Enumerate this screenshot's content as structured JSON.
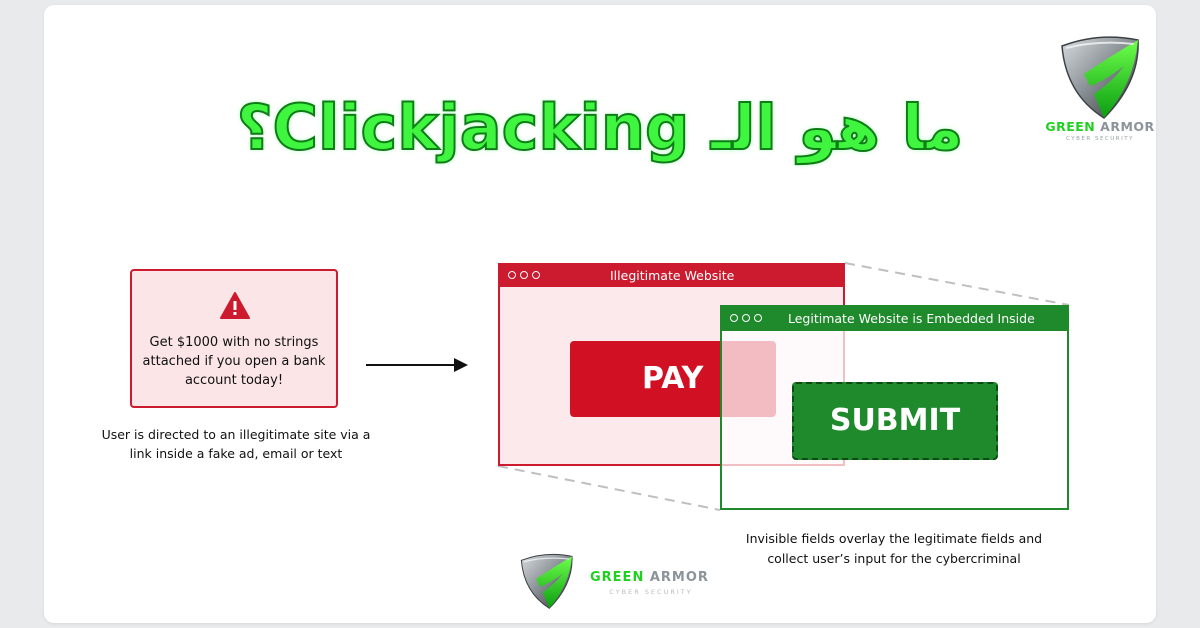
{
  "title": "ما هو الـ Clickjacking؟",
  "brand": {
    "name_green": "GREEN",
    "name_gray": "ARMOR",
    "tagline_top": "CYBER SECURITY",
    "tagline_bottom": "CYBER SECURITY"
  },
  "ad": {
    "text": "Get $1000 with no strings attached if you open a bank account today!",
    "caption": "User is directed to an illegitimate site via a link inside a fake ad, email or text"
  },
  "illegitimate_window": {
    "title": "Illegitimate Website",
    "button": "PAY"
  },
  "legitimate_window": {
    "title": "Legitimate Website is Embedded Inside",
    "button": "SUBMIT",
    "caption": "Invisible fields overlay the legitimate fields and collect user’s input for the cybercriminal"
  },
  "colors": {
    "title_green": "#3ff53f",
    "danger_red": "#cc1a2e",
    "safe_green": "#1f8a2c"
  },
  "icons": [
    "warning-icon",
    "arrow-right-icon",
    "window-dots-icon",
    "shield-logo-icon"
  ]
}
